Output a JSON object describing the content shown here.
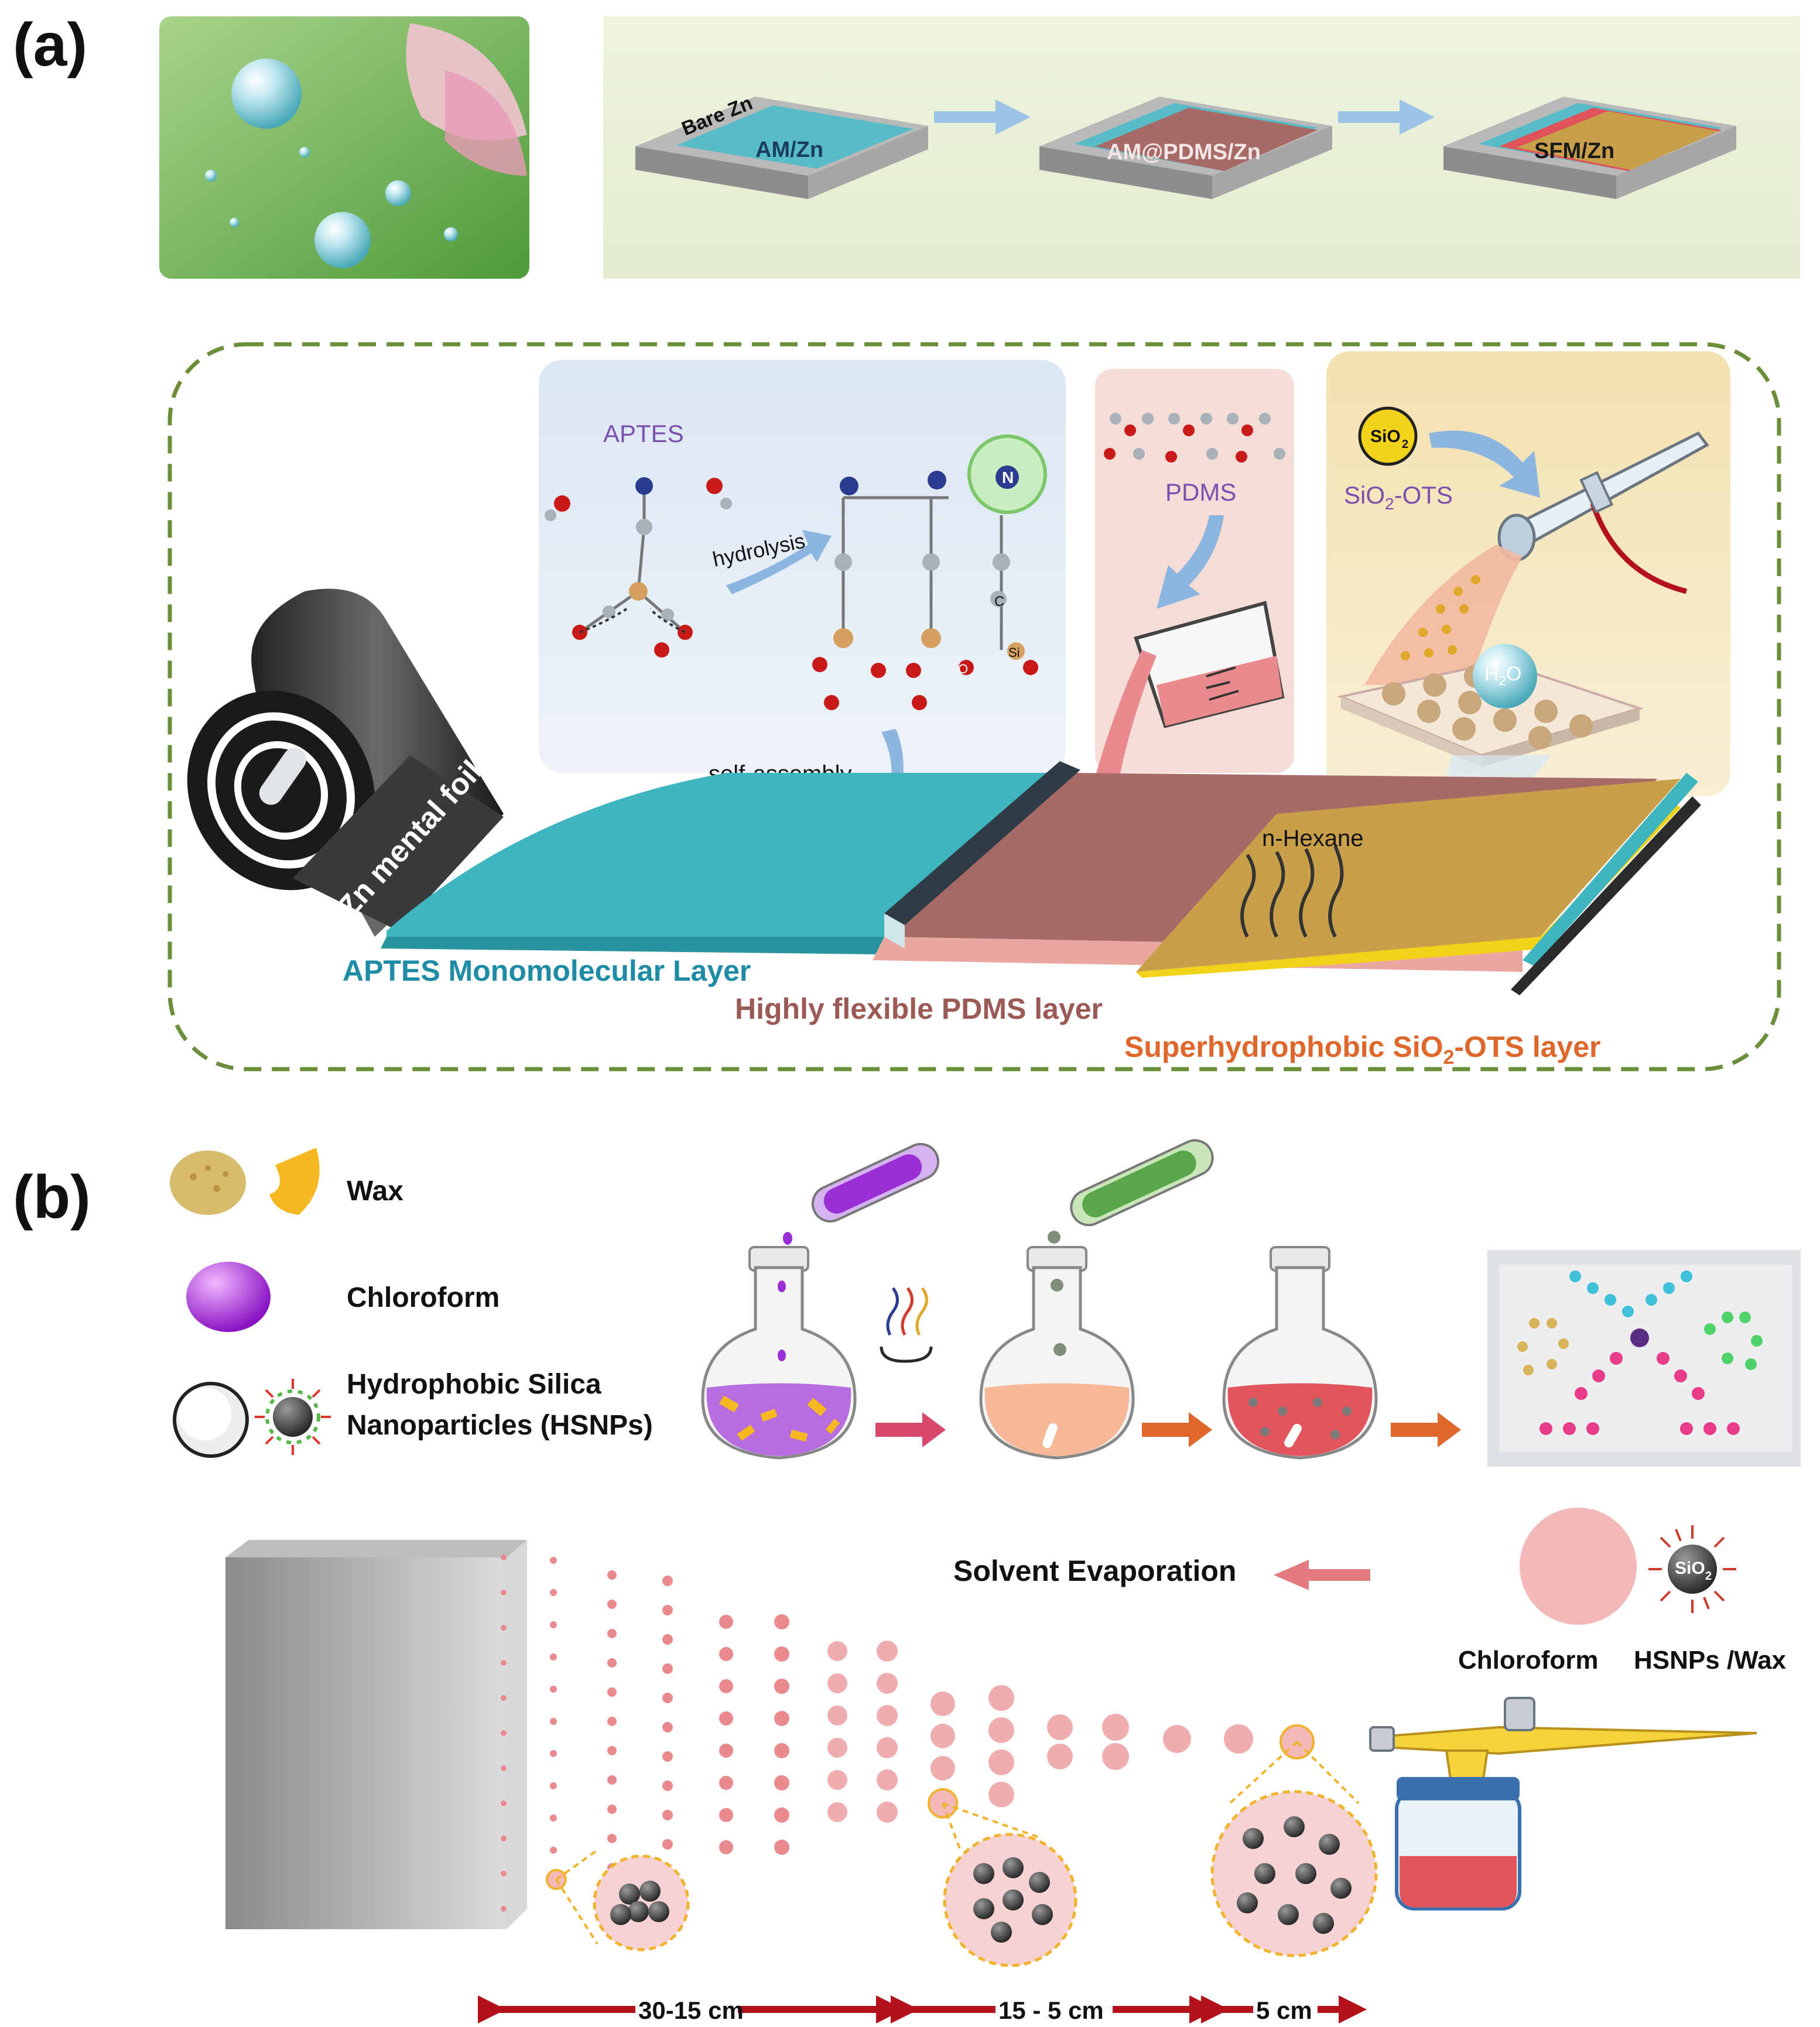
{
  "panel_a": {
    "label": "(a)",
    "steps": {
      "bare_zn": "Bare Zn",
      "am_zn": "AM/Zn",
      "am_pdms_zn": "AM@PDMS/Zn",
      "sfm_zn": "SFM/Zn"
    },
    "molecule_labels": {
      "aptes": "APTES",
      "hydrolysis": "hydrolysis",
      "self_assembly": "self-assembly",
      "pdms": "PDMS",
      "sio2_ots_base": "SiO",
      "sio2_ots_sub": "2",
      "sio2_ots_tail": "-OTS",
      "sio2_bubble_base": "SiO",
      "sio2_bubble_sub": "2",
      "h2o_base": "H",
      "h2o_sub": "2",
      "h2o_tail": "O",
      "n_hexane": "n-Hexane",
      "atom_n": "N",
      "atom_c": "C",
      "atom_si": "Si",
      "atom_o": "O"
    },
    "foil_label": "Zn mental foil",
    "layer_labels": {
      "aptes_layer": "APTES Monomolecular Layer",
      "pdms_layer": "Highly flexible PDMS layer",
      "sio2_layer_base": "Superhydrophobic SiO",
      "sio2_layer_sub": "2",
      "sio2_layer_tail": "-OTS layer"
    }
  },
  "panel_b": {
    "label": "(b)",
    "legend": {
      "wax": "Wax",
      "chloroform": "Chloroform",
      "hsnp_line1": "Hydrophobic Silica",
      "hsnp_line2": "Nanoparticles (HSNPs)"
    },
    "solvent_evaporation": "Solvent Evaporation",
    "particle_legend": {
      "chloroform": "Chloroform",
      "hsnp_wax": "HSNPs /Wax",
      "sio2_base": "SiO",
      "sio2_sub": "2"
    },
    "distances": {
      "far": "30-15 cm",
      "mid": "15 - 5 cm",
      "near": "5 cm"
    }
  },
  "colors": {
    "teal": "#3fb5bf",
    "pdms_brown": "#a86a66",
    "gold": "#c9a04a",
    "droplet_pink": "#e98a8e",
    "arrow_red": "#b3121b",
    "label_teal": "#1f8ca6",
    "label_brown": "#9c5a57",
    "label_orange": "#e0672b",
    "purple": "#9b2fd6",
    "dash_green": "#6b8e3a"
  }
}
